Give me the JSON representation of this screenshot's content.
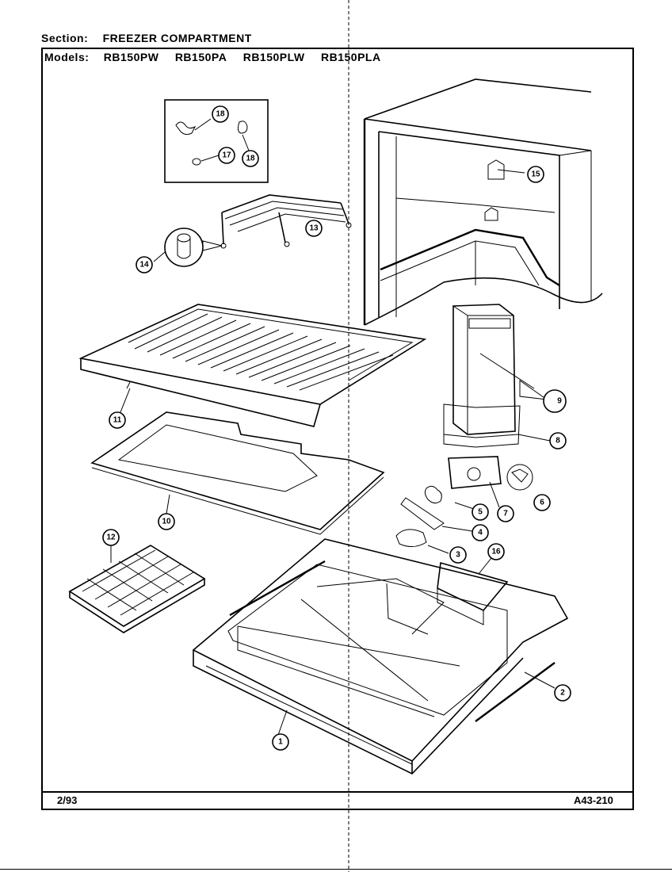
{
  "header": {
    "section_label": "Section:",
    "section_value": "FREEZER COMPARTMENT",
    "models_label": "Models:",
    "models": [
      "RB150PW",
      "RB150PA",
      "RB150PLW",
      "RB150PLA"
    ]
  },
  "footer": {
    "date_code": "2/93",
    "drawing_number": "A43-210"
  },
  "callouts": {
    "c1": "1",
    "c2": "2",
    "c3": "3",
    "c4": "4",
    "c5": "5",
    "c6": "6",
    "c7": "7",
    "c8": "8",
    "c9": "9",
    "c10": "10",
    "c11": "11",
    "c12": "12",
    "c13": "13",
    "c14": "14",
    "c15": "15",
    "c16": "16",
    "c17": "17",
    "c18a": "18",
    "c18b": "18"
  }
}
